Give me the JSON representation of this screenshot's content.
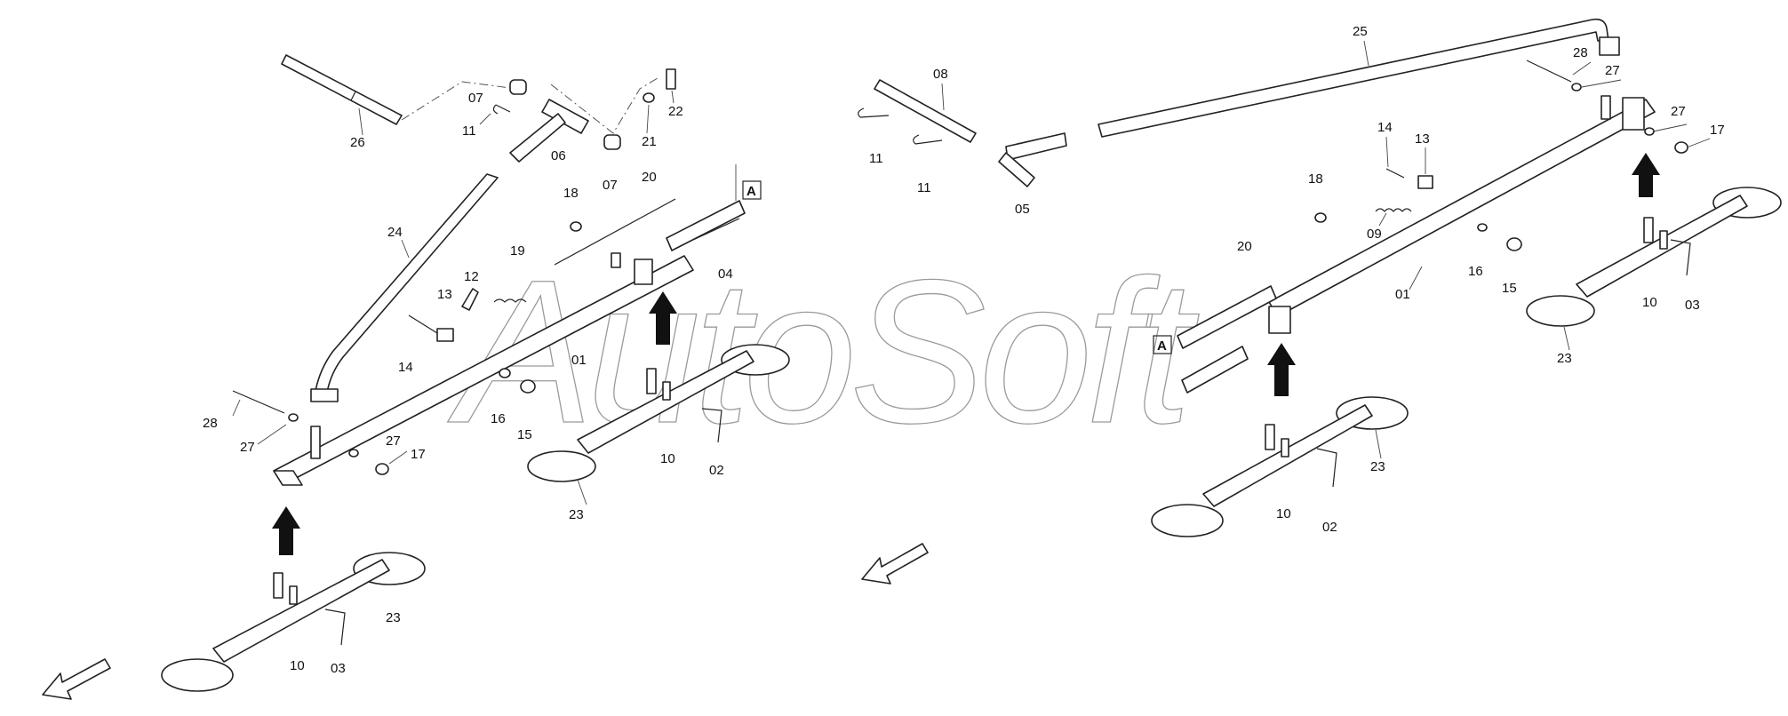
{
  "watermark": "AutoSoft",
  "view_marker": "A",
  "labels": {
    "left": [
      "26",
      "07",
      "11",
      "06",
      "07",
      "21",
      "22",
      "20",
      "18",
      "24",
      "19",
      "12",
      "13",
      "14",
      "01",
      "04",
      "16",
      "15",
      "28",
      "27",
      "27",
      "17",
      "10",
      "02",
      "23",
      "10",
      "03",
      "23"
    ],
    "right": [
      "08",
      "11",
      "11",
      "05",
      "25",
      "28",
      "27",
      "27",
      "17",
      "14",
      "13",
      "18",
      "09",
      "20",
      "16",
      "15",
      "01",
      "10",
      "03",
      "23",
      "10",
      "02",
      "23"
    ]
  }
}
